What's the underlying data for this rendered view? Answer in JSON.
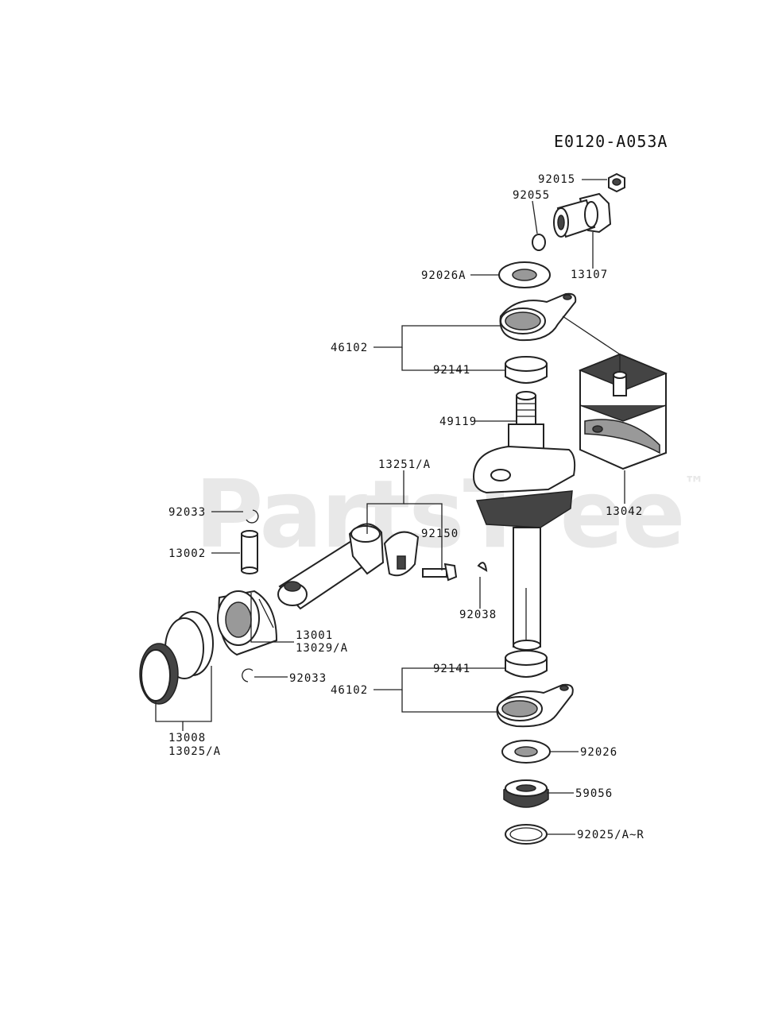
{
  "diagram_code": "E0120-A053A",
  "watermark": "PartsTree",
  "watermark_mark": "™",
  "labels": {
    "p92015": "92015",
    "p92055": "92055",
    "p92026A": "92026A",
    "p13107": "13107",
    "p46102_top": "46102",
    "p92141_top": "92141",
    "p49119": "49119",
    "p13042": "13042",
    "p13251A": "13251/A",
    "p92150": "92150",
    "p92033_top": "92033",
    "p13002": "13002",
    "p92038": "92038",
    "p13001": "13001",
    "p13029A": "13029/A",
    "p92033_bot": "92033",
    "p92141_bot": "92141",
    "p46102_bot": "46102",
    "p13008": "13008",
    "p13025A": "13025/A",
    "p92026": "92026",
    "p59056": "59056",
    "p92025": "92025/A~R"
  }
}
